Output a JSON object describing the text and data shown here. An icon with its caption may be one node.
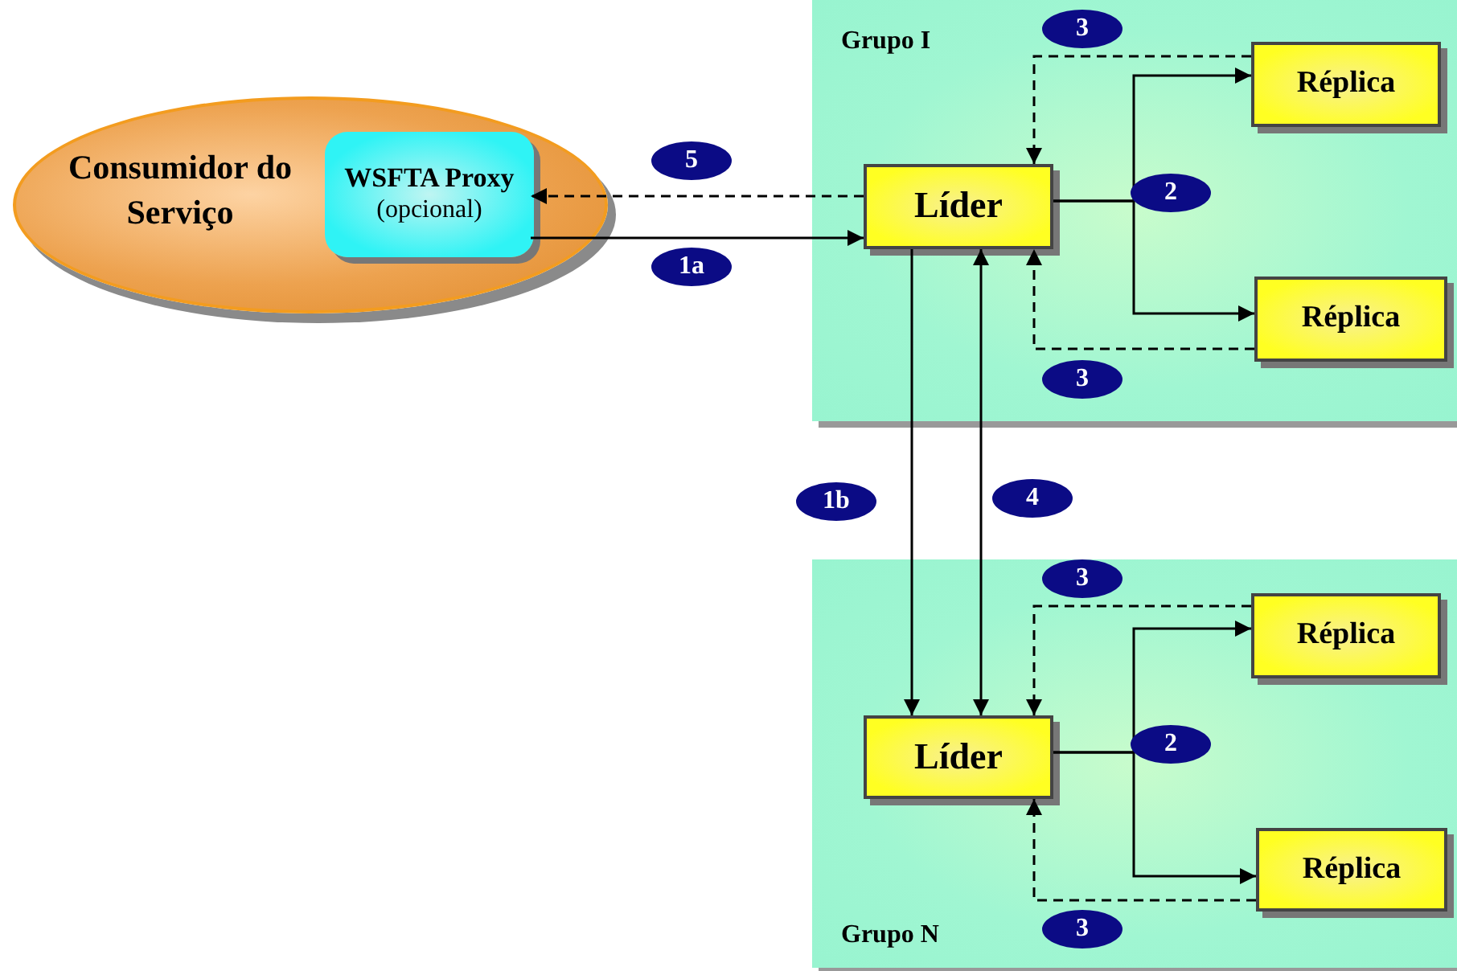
{
  "diagram": {
    "nodes": [
      {
        "text": [
          "Consumidor do Serviço"
        ]
      },
      {
        "text": [
          "WSFTA Proxy",
          "(opcional)"
        ],
        "in": 0
      },
      {
        "text": [
          "Grupo I"
        ]
      },
      {
        "text": [
          "Líder"
        ],
        "in": 2
      },
      {
        "text": [
          "Réplica"
        ],
        "in": 2
      },
      {
        "text": [
          "Réplica"
        ],
        "in": 2
      },
      {
        "text": [
          "Grupo N"
        ]
      },
      {
        "text": [
          "Líder"
        ],
        "in": 6
      },
      {
        "text": [
          "Réplica"
        ],
        "in": 6
      },
      {
        "text": [
          "Réplica"
        ],
        "in": 6
      }
    ],
    "edges": [
      {
        "from": 1,
        "to": 3,
        "arrow": "to",
        "label": "1a"
      },
      {
        "from": 3,
        "to": 1,
        "arrow": "to",
        "label": "5",
        "style": "dashed"
      },
      {
        "from": 3,
        "to": 4,
        "arrow": "to",
        "label": "2"
      },
      {
        "from": 3,
        "to": 5,
        "arrow": "to"
      },
      {
        "from": 4,
        "to": 3,
        "arrow": "to",
        "label": "3",
        "style": "dashed"
      },
      {
        "from": 5,
        "to": 3,
        "arrow": "to",
        "label": "3",
        "style": "dashed"
      },
      {
        "from": 3,
        "to": 7,
        "arrow": "to",
        "label": "1b"
      },
      {
        "from": 7,
        "to": 3,
        "arrow": "both",
        "label": "4"
      },
      {
        "from": 7,
        "to": 8,
        "arrow": "to",
        "label": "2"
      },
      {
        "from": 7,
        "to": 9,
        "arrow": "to"
      },
      {
        "from": 8,
        "to": 7,
        "arrow": "to",
        "label": "3",
        "style": "dashed"
      },
      {
        "from": 9,
        "to": 7,
        "arrow": "to",
        "label": "3",
        "style": "dashed"
      }
    ]
  }
}
